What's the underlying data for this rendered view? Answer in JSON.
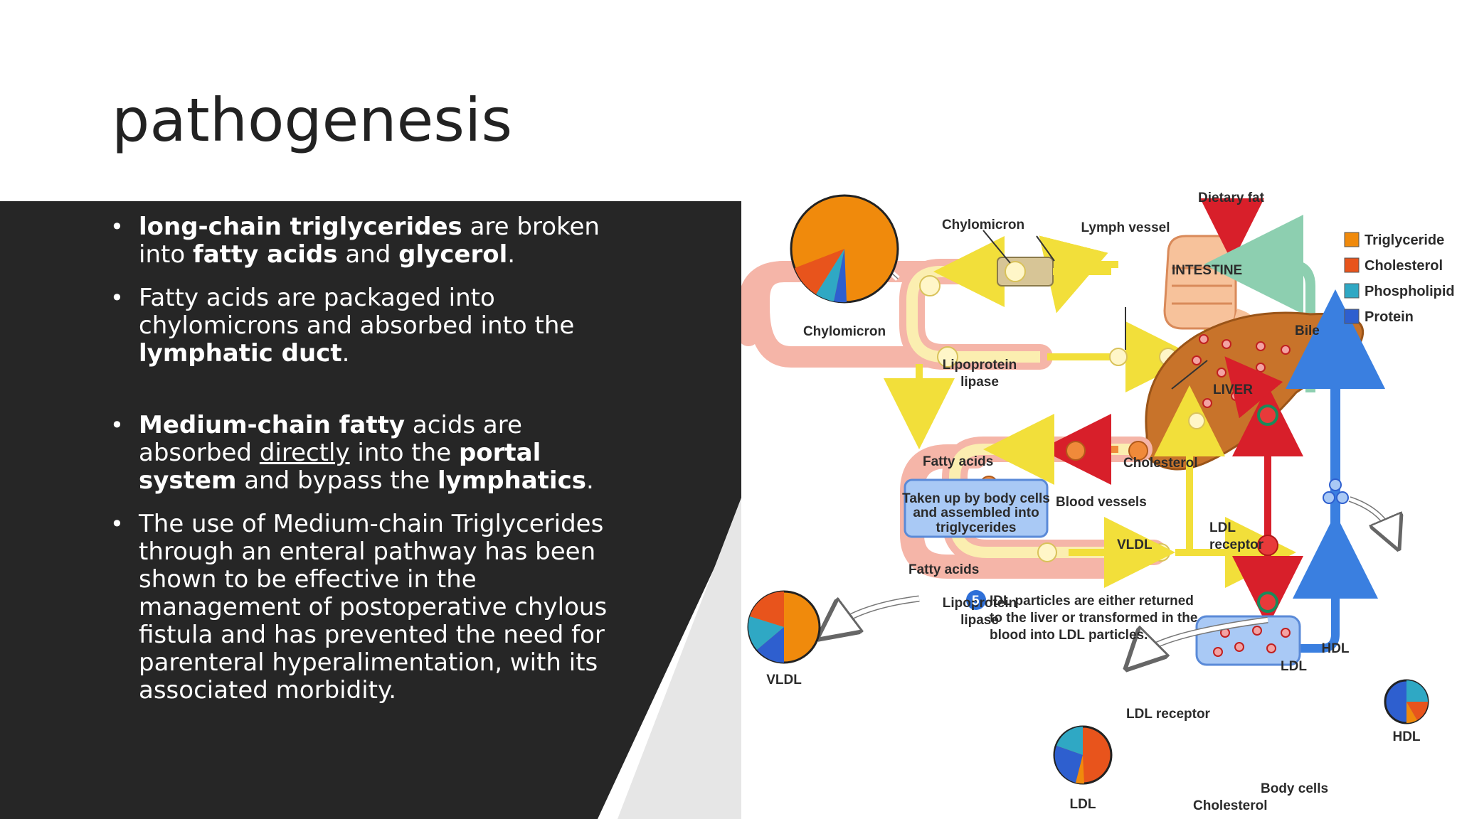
{
  "slide": {
    "title": "pathogenesis",
    "bullets": [
      {
        "segments": [
          {
            "text": "long-chain triglycerides",
            "bold": true
          },
          {
            "text": " are broken into "
          },
          {
            "text": "fatty acids",
            "bold": true
          },
          {
            "text": " and "
          },
          {
            "text": "glycerol",
            "bold": true
          },
          {
            "text": "."
          }
        ]
      },
      {
        "segments": [
          {
            "text": "Fatty acids are packaged into chylomicrons and absorbed into the "
          },
          {
            "text": "lymphatic duct",
            "bold": true
          },
          {
            "text": "."
          }
        ]
      },
      {
        "gap": true,
        "segments": [
          {
            "text": "Medium-chain fatty",
            "bold": true
          },
          {
            "text": " acids are absorbed "
          },
          {
            "text": "directly",
            "underline": true
          },
          {
            "text": " into the "
          },
          {
            "text": "portal system",
            "bold": true
          },
          {
            "text": " and bypass the "
          },
          {
            "text": "lymphatics",
            "bold": true
          },
          {
            "text": "."
          }
        ]
      },
      {
        "segments": [
          {
            "text": "The use of Medium-chain Triglycerides through an enteral pathway has been shown to be effective in the management of postoperative chylous fistula and has prevented the need for parenteral hyperalimentation, with its associated morbidity."
          }
        ]
      }
    ]
  },
  "diagram": {
    "labels": {
      "dietary_fat": "Dietary fat",
      "chylomicron_top": "Chylomicron",
      "lymph_vessel": "Lymph vessel",
      "intestine": "INTESTINE",
      "chylomicron_pie": "Chylomicron",
      "bile": "Bile",
      "lipoprotein_lipase_1a": "Lipoprotein",
      "lipoprotein_lipase_1b": "lipase",
      "liver": "LIVER",
      "fatty_acids_1": "Fatty acids",
      "cholesterol_liver": "Cholesterol",
      "taken_up_1": "Taken up by body cells",
      "taken_up_2": "and assembled into",
      "taken_up_3": "triglycerides",
      "blood_vessels": "Blood vessels",
      "ldl_receptor_1a": "LDL",
      "ldl_receptor_1b": "receptor",
      "vldl_small": "VLDL",
      "fatty_acids_2": "Fatty acids",
      "lipoprotein_lipase_2a": "Lipoprotein",
      "lipoprotein_lipase_2b": "lipase",
      "idl_number": "5",
      "idl_text_1": "IDL particles are either returned",
      "idl_text_2": "to the liver or transformed in the",
      "idl_text_3": "blood into LDL particles.",
      "vldl_pie": "VLDL",
      "hdl_small": "HDL",
      "ldl_small": "LDL",
      "ldl_receptor_2": "LDL receptor",
      "hdl_pie": "HDL",
      "ldl_pie": "LDL",
      "body_cells": "Body cells",
      "cholesterol_bottom": "Cholesterol"
    },
    "legend": [
      {
        "label": "Triglyceride",
        "color": "#f08a0c"
      },
      {
        "label": "Cholesterol",
        "color": "#e8541c"
      },
      {
        "label": "Phospholipid",
        "color": "#2fa8c4"
      },
      {
        "label": "Protein",
        "color": "#2e5fcf"
      }
    ]
  }
}
